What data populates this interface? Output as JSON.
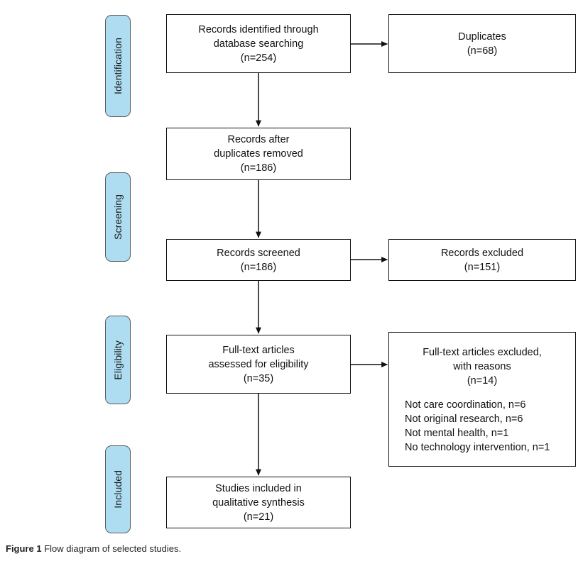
{
  "figure": {
    "caption_label": "Figure 1",
    "caption_text": "Flow diagram of selected studies.",
    "colors": {
      "stage_tab_fill": "#AEDDF2",
      "stage_tab_border": "#5A5A5A",
      "box_border": "#111111",
      "box_fill": "#FFFFFF",
      "connector": "#111111",
      "text": "#111111"
    }
  },
  "stages": [
    {
      "id": "identification",
      "label": "Identification"
    },
    {
      "id": "screening",
      "label": "Screening"
    },
    {
      "id": "eligibility",
      "label": "Eligibility"
    },
    {
      "id": "included",
      "label": "Included"
    }
  ],
  "boxes": {
    "records_identified": {
      "line1": "Records identified through",
      "line2": "database searching",
      "line3": "(n=254)"
    },
    "duplicates": {
      "line1": "Duplicates",
      "line2": "(n=68)"
    },
    "records_after_duplicates": {
      "line1": "Records after",
      "line2": "duplicates removed",
      "line3": "(n=186)"
    },
    "records_screened": {
      "line1": "Records screened",
      "line2": "(n=186)"
    },
    "records_excluded": {
      "line1": "Records excluded",
      "line2": "(n=151)"
    },
    "fulltext_assessed": {
      "line1": "Full-text articles",
      "line2": "assessed for eligibility",
      "line3": "(n=35)"
    },
    "fulltext_excluded": {
      "line1": "Full-text articles excluded,",
      "line2": "with reasons",
      "line3": "(n=14)",
      "reasons": [
        "Not care coordination, n=6",
        "Not original research, n=6",
        "Not mental health, n=1",
        "No technology intervention, n=1"
      ]
    },
    "studies_included": {
      "line1": "Studies included in",
      "line2": "qualitative synthesis",
      "line3": "(n=21)"
    }
  },
  "chart_data": {
    "type": "diagram",
    "title": "Flow diagram of selected studies.",
    "nodes": [
      {
        "id": "records_identified",
        "stage": "Identification",
        "label": "Records identified through database searching",
        "n": 254
      },
      {
        "id": "duplicates",
        "stage": "Identification",
        "label": "Duplicates",
        "n": 68
      },
      {
        "id": "records_after_duplicates",
        "stage": "Screening",
        "label": "Records after duplicates removed",
        "n": 186
      },
      {
        "id": "records_screened",
        "stage": "Screening",
        "label": "Records screened",
        "n": 186
      },
      {
        "id": "records_excluded",
        "stage": "Screening",
        "label": "Records excluded",
        "n": 151
      },
      {
        "id": "fulltext_assessed",
        "stage": "Eligibility",
        "label": "Full-text articles assessed for eligibility",
        "n": 35
      },
      {
        "id": "fulltext_excluded",
        "stage": "Eligibility",
        "label": "Full-text articles excluded, with reasons",
        "n": 14
      },
      {
        "id": "studies_included",
        "stage": "Included",
        "label": "Studies included in qualitative synthesis",
        "n": 21
      }
    ],
    "edges": [
      {
        "from": "records_identified",
        "to": "duplicates",
        "direction": "right"
      },
      {
        "from": "records_identified",
        "to": "records_after_duplicates",
        "direction": "down"
      },
      {
        "from": "records_after_duplicates",
        "to": "records_screened",
        "direction": "down"
      },
      {
        "from": "records_screened",
        "to": "records_excluded",
        "direction": "right"
      },
      {
        "from": "records_screened",
        "to": "fulltext_assessed",
        "direction": "down"
      },
      {
        "from": "fulltext_assessed",
        "to": "fulltext_excluded",
        "direction": "right"
      },
      {
        "from": "fulltext_assessed",
        "to": "studies_included",
        "direction": "down"
      }
    ],
    "exclusion_reasons": [
      {
        "reason": "Not care coordination",
        "n": 6
      },
      {
        "reason": "Not original research",
        "n": 6
      },
      {
        "reason": "Not mental health",
        "n": 1
      },
      {
        "reason": "No technology intervention",
        "n": 1
      }
    ]
  }
}
